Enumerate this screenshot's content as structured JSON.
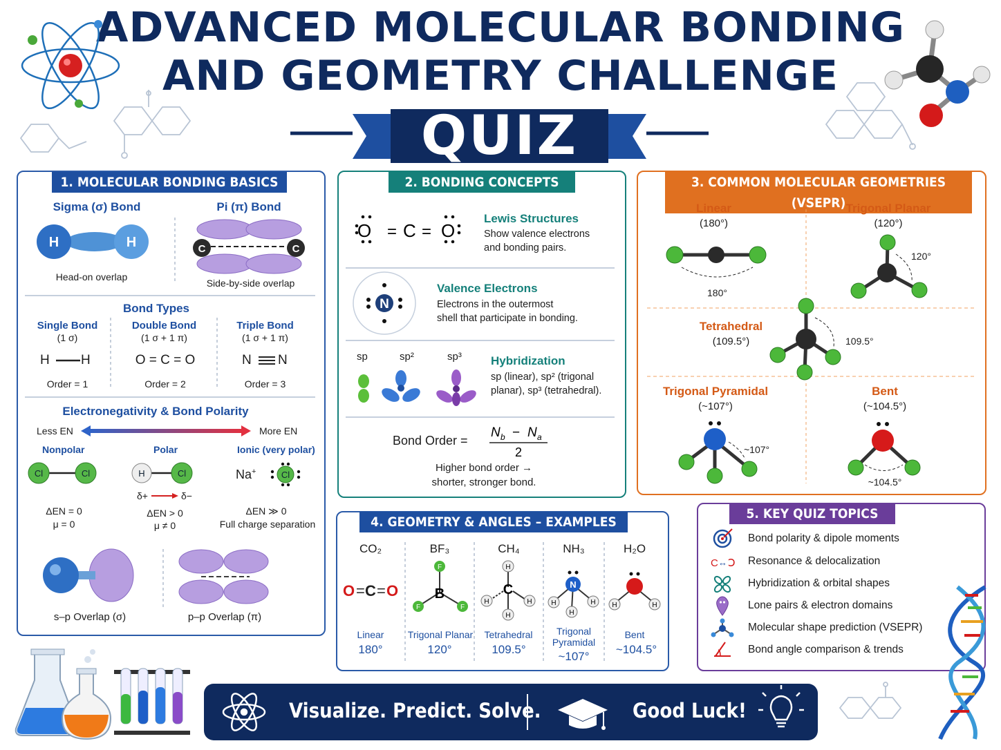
{
  "header": {
    "title_line1": "ADVANCED MOLECULAR BONDING",
    "title_line2": "AND GEOMETRY CHALLENGE",
    "quiz": "QUIZ"
  },
  "panel1": {
    "title": "1. MOLECULAR BONDING BASICS",
    "sigma_title": "Sigma (σ) Bond",
    "sigma_caption": "Head-on overlap",
    "pi_title": "Pi (π) Bond",
    "pi_caption": "Side-by-side overlap",
    "bond_types_title": "Bond Types",
    "bond_types": [
      {
        "name": "Single Bond",
        "comp": "(1 σ)",
        "formula_l": "H",
        "formula_r": "H",
        "order": "Order = 1"
      },
      {
        "name": "Double Bond",
        "comp": "(1 σ + 1 π)",
        "formula": "O = C = O",
        "order": "Order = 2"
      },
      {
        "name": "Triple Bond",
        "comp": "(1 σ + 1 π)",
        "formula_l": "N",
        "formula_r": "N",
        "order": "Order = 3"
      }
    ],
    "en_title": "Electronegativity & Bond Polarity",
    "less_en": "Less EN",
    "more_en": "More EN",
    "nonpolar": "Nonpolar",
    "polar": "Polar",
    "ionic": "Ionic (very polar)",
    "nonpolar_den": "ΔEN = 0",
    "nonpolar_mu": "μ = 0",
    "polar_den": "ΔEN > 0",
    "polar_mu": "μ ≠ 0",
    "ionic_den": "ΔEN ≫ 0",
    "ionic_note": "Full charge separation",
    "delta_plus": "δ+",
    "delta_minus": "δ−",
    "na": "Na",
    "sp_caption": "s–p Overlap (σ)",
    "pp_caption": "p–p Overlap (π)"
  },
  "panel2": {
    "title": "2. BONDING CONCEPTS",
    "lewis_title": "Lewis Structures",
    "lewis_desc1": "Show valence electrons",
    "lewis_desc2": "and bonding pairs.",
    "valence_title": "Valence Electrons",
    "valence_desc1": "Electrons in the outermost",
    "valence_desc2": "shell that participate in bonding.",
    "hyb_labels": [
      "sp",
      "sp²",
      "sp³"
    ],
    "hyb_title": "Hybridization",
    "hyb_desc1": "sp (linear), sp² (trigonal",
    "hyb_desc2": "planar), sp³ (tetrahedral).",
    "bo_label": "Bond Order =",
    "bo_note1": "Higher bond order →",
    "bo_note2": "shorter, stronger bond."
  },
  "panel3": {
    "title": "3. COMMON MOLECULAR GEOMETRIES (VSEPR)",
    "geoms": [
      {
        "name": "Linear",
        "angle": "(180°)",
        "label": "180°"
      },
      {
        "name": "Trigonal Planar",
        "angle": "(120°)",
        "label": "120°"
      },
      {
        "name": "Tetrahedral",
        "angle": "(109.5°)",
        "label": "109.5°"
      },
      {
        "name": "Trigonal Pyramidal",
        "angle": "(~107°)",
        "label": "~107°"
      },
      {
        "name": "Bent",
        "angle": "(~104.5°)",
        "label": "~104.5°"
      }
    ]
  },
  "panel4": {
    "title": "4. GEOMETRY & ANGLES – EXAMPLES",
    "examples": [
      {
        "formula": "CO₂",
        "shape": "Linear",
        "angle": "180°"
      },
      {
        "formula": "BF₃",
        "shape": "Trigonal Planar",
        "angle": "120°"
      },
      {
        "formula": "CH₄",
        "shape": "Tetrahedral",
        "angle": "109.5°"
      },
      {
        "formula": "NH₃",
        "shape": "Trigonal Pyramidal",
        "angle": "~107°"
      },
      {
        "formula": "H₂O",
        "shape": "Bent",
        "angle": "~104.5°"
      }
    ]
  },
  "panel5": {
    "title": "5. KEY QUIZ TOPICS",
    "topics": [
      {
        "icon": "target-icon",
        "label": "Bond polarity & dipole moments"
      },
      {
        "icon": "resonance-arrows-icon",
        "label": "Resonance & delocalization"
      },
      {
        "icon": "orbital-icon",
        "label": "Hybridization & orbital shapes"
      },
      {
        "icon": "lone-pair-icon",
        "label": "Lone pairs & electron domains"
      },
      {
        "icon": "molecule-icon",
        "label": "Molecular shape prediction (VSEPR)"
      },
      {
        "icon": "protractor-icon",
        "label": "Bond angle comparison & trends"
      }
    ]
  },
  "footer": {
    "slogan": "Visualize. Predict. Solve.",
    "good_luck": "Good Luck!"
  },
  "colors": {
    "navy": "#0f2a5e",
    "blue": "#2a5aa8",
    "teal": "#15807a",
    "orange": "#e07020",
    "purple": "#6a3d9a"
  }
}
